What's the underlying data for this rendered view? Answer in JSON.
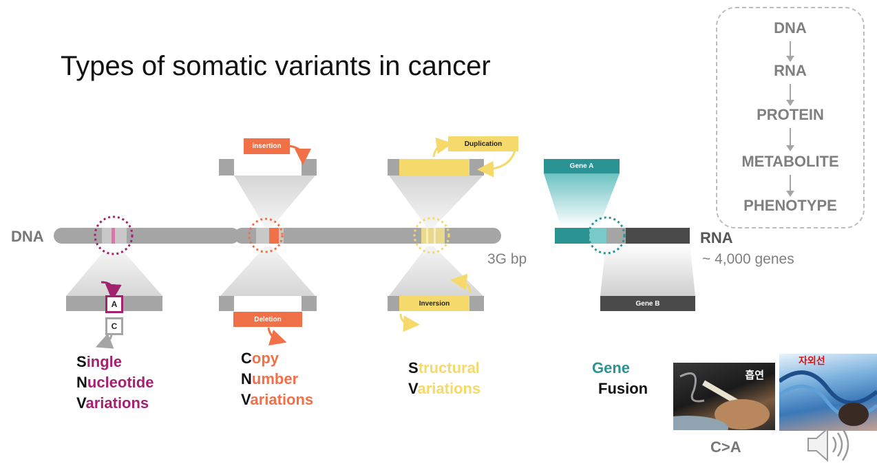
{
  "title": "Types of somatic variants in cancer",
  "labels": {
    "dna": "DNA",
    "rna": "RNA",
    "genome_size": "3G bp",
    "gene_count": "~ 4,000 genes"
  },
  "flow": [
    "DNA",
    "RNA",
    "PROTEIN",
    "METABOLITE",
    "PHENOTYPE"
  ],
  "tags": {
    "insertion": "insertion",
    "deletion": "Deletion",
    "duplication": "Duplication",
    "inversion": "Inversion",
    "gene_a": "Gene A",
    "gene_b": "Gene B",
    "base_a": "A",
    "base_c": "C"
  },
  "variant_types": {
    "snv": [
      {
        "initial": "S",
        "rest": "ingle"
      },
      {
        "initial": "N",
        "rest": "ucleotide"
      },
      {
        "initial": "V",
        "rest": "ariations"
      }
    ],
    "cnv": [
      {
        "initial": "C",
        "rest": "opy"
      },
      {
        "initial": "N",
        "rest": "umber"
      },
      {
        "initial": "V",
        "rest": "ariations"
      }
    ],
    "sv": [
      {
        "initial": "S",
        "rest": "tructural"
      },
      {
        "initial": "V",
        "rest": "ariations"
      }
    ],
    "fusion": {
      "line1": "Gene",
      "line2": "Fusion"
    }
  },
  "photos": {
    "smoking_label": "흡연",
    "uv_label": "자외선",
    "smoking_caption": "C>A"
  },
  "colors": {
    "snv": "#a3226f",
    "cnv": "#f07048",
    "sv": "#f5d96b",
    "fusion": "#2a9494",
    "chromosome": "#a5a5a5",
    "gene_b": "#4a4a4a"
  },
  "icons": [
    "speaker-icon"
  ]
}
